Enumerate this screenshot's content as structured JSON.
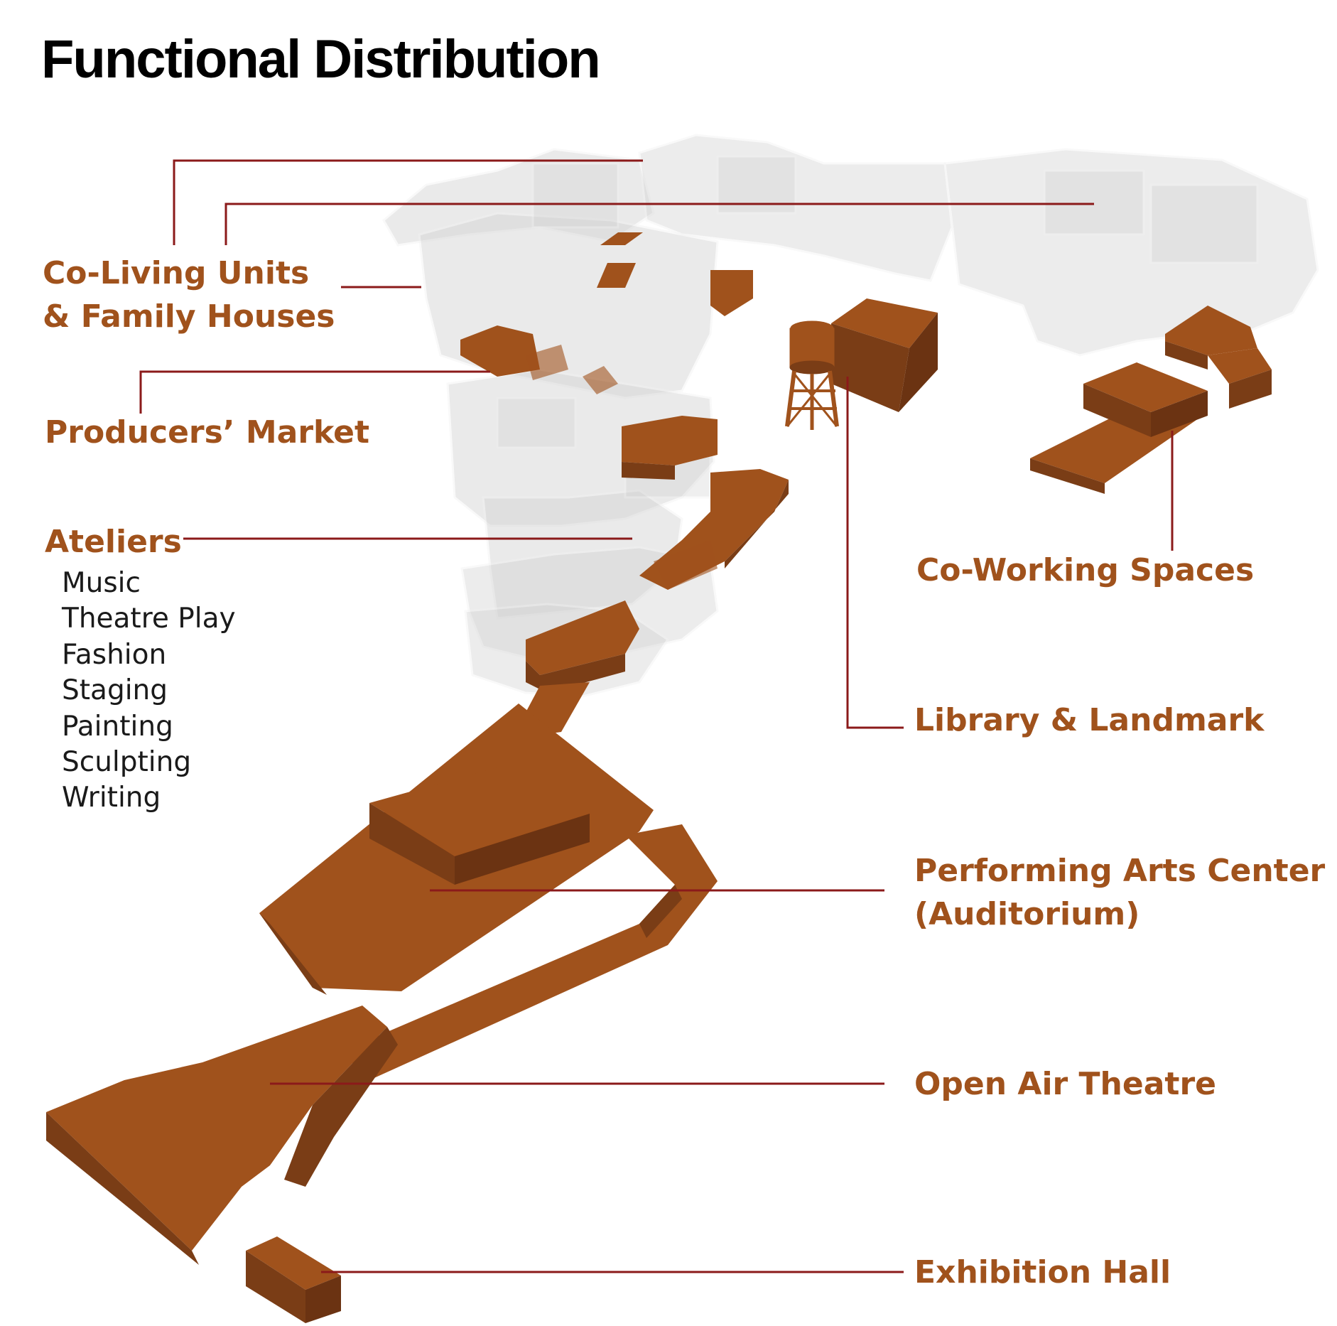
{
  "title": "Functional Distribution",
  "colors": {
    "accent": "#a0521c",
    "accent_dark": "#7a3d16",
    "accent_darker": "#6b3312",
    "leader_line": "#8b1a1a",
    "translucent_mass": "#dcdcdc",
    "text_dark": "#1a1a1a"
  },
  "labels": {
    "co_living": [
      "Co-Living Units",
      "& Family Houses"
    ],
    "producers_market": "Producers’ Market",
    "ateliers": "Ateliers",
    "co_working": "Co-Working Spaces",
    "library": "Library & Landmark",
    "performing_arts": [
      "Performing Arts Center",
      "(Auditorium)"
    ],
    "open_air": "Open Air Theatre",
    "exhibition": "Exhibition Hall"
  },
  "ateliers_list": [
    "Music",
    "Theatre Play",
    "Fashion",
    "Staging",
    "Painting",
    "Sculpting",
    "Writing"
  ]
}
